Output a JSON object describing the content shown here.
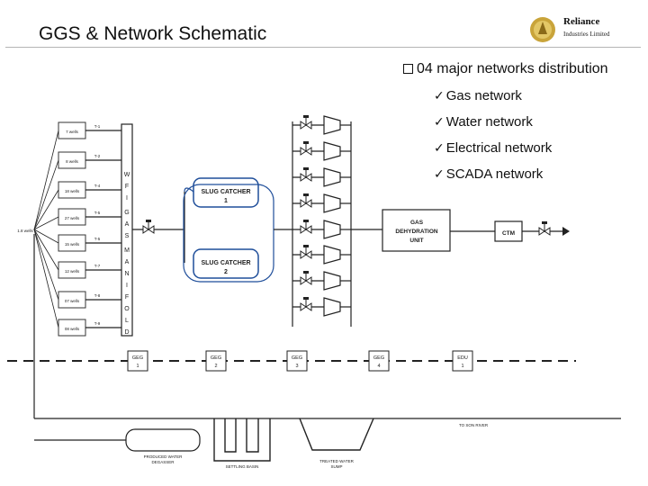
{
  "header": {
    "title": "GGS & Network Schematic",
    "logo": {
      "name": "Reliance",
      "sub": "Industries Limited",
      "icon": "reliance-logo-icon"
    }
  },
  "bullets": {
    "main": "04 major networks distribution",
    "items": [
      "Gas network",
      "Water network",
      "Electrical network",
      "SCADA network"
    ]
  },
  "schematic": {
    "total_wells": "1.8 wells",
    "wells": [
      {
        "label": "7 wells",
        "tag": "T-1"
      },
      {
        "label": "8 wells",
        "tag": "T-2"
      },
      {
        "label": "18 wells",
        "tag": "T-4"
      },
      {
        "label": "27 wells",
        "tag": "T-5"
      },
      {
        "label": "15 wells",
        "tag": "T-5"
      },
      {
        "label": "12 wells",
        "tag": "T-7"
      },
      {
        "label": "07 wells",
        "tag": "T-8"
      },
      {
        "label": "08 wells",
        "tag": "T-9"
      }
    ],
    "manifold_label": "W F I  G A S  M A N I F O L D",
    "slug_catchers": [
      {
        "line1": "SLUG CATCHER",
        "line2": "1"
      },
      {
        "line1": "SLUG CATCHER",
        "line2": "2"
      }
    ],
    "dehydration": {
      "line1": "GAS",
      "line2": "DEHYDRATION",
      "line3": "UNIT"
    },
    "ctm": "CTM",
    "gegs": [
      {
        "line1": "GEG",
        "line2": "1"
      },
      {
        "line1": "GEG",
        "line2": "2"
      },
      {
        "line1": "GEG",
        "line2": "3"
      },
      {
        "line1": "GEG",
        "line2": "4"
      },
      {
        "line1": "EDU",
        "line2": "1"
      }
    ],
    "river": "TO SON RIVER",
    "water_units": [
      {
        "line1": "PRODUCED WATER",
        "line2": "DEGASSER"
      },
      {
        "line1": "SETTLING BASIN",
        "line2": ""
      },
      {
        "line1": "TREATED WATER",
        "line2": "SUMP"
      }
    ]
  }
}
